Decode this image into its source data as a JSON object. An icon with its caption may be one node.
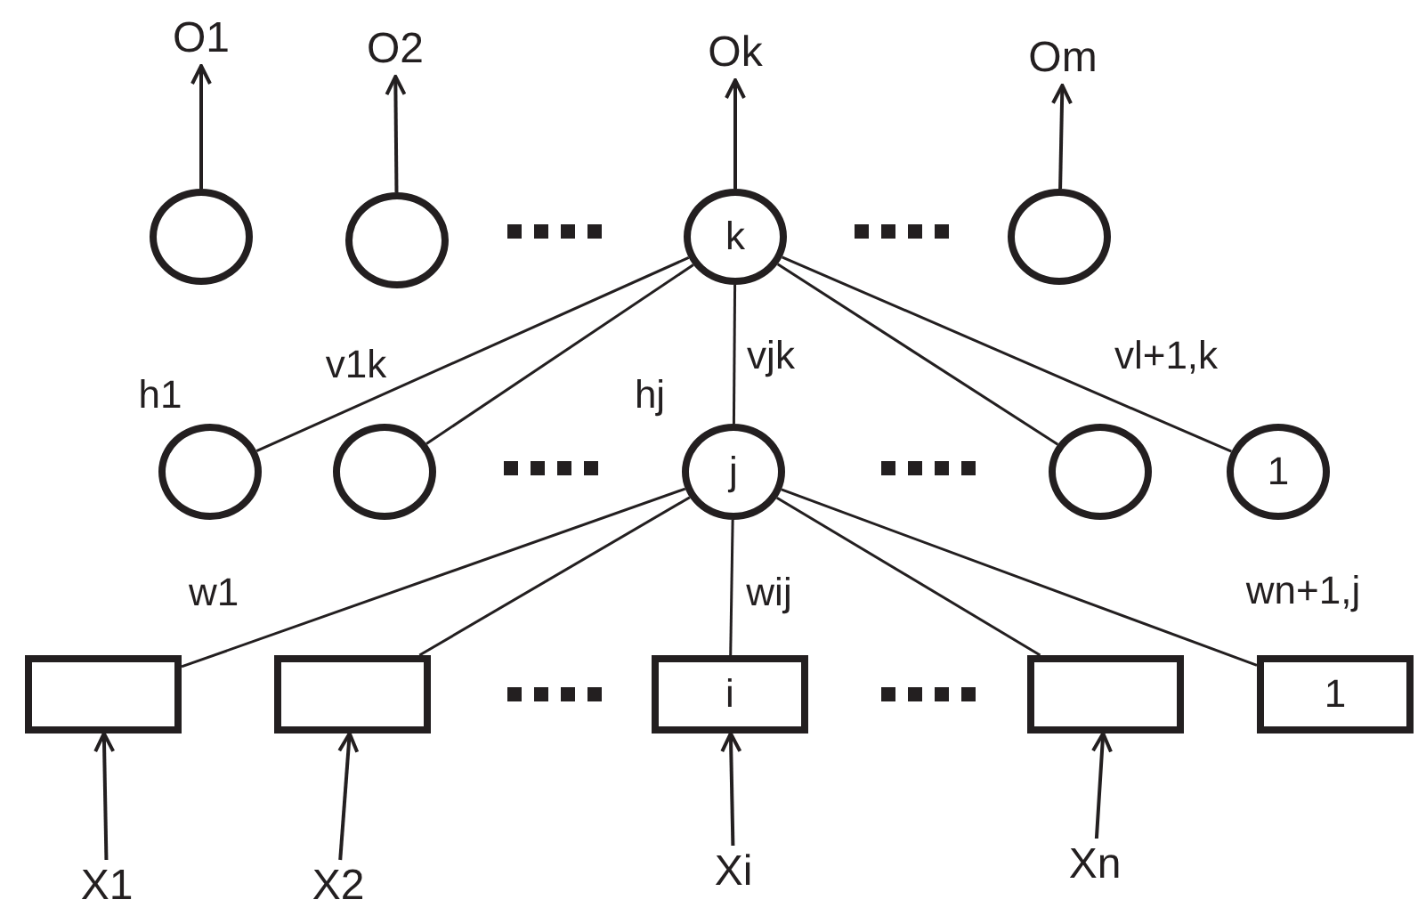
{
  "diagram": {
    "nodes": [
      {
        "text": [
          "O1"
        ]
      },
      {
        "text": [
          "O2"
        ]
      },
      {
        "text": [
          "Ok"
        ]
      },
      {
        "text": [
          "Om"
        ]
      },
      {
        "text": [],
        "shape": "circle"
      },
      {
        "text": [],
        "shape": "circle"
      },
      {
        "text": [
          "k"
        ]
      },
      {
        "text": [],
        "shape": "circle"
      },
      {
        "text": [],
        "shape": "circle",
        "beside": [
          "h1"
        ]
      },
      {
        "text": [],
        "shape": "circle"
      },
      {
        "text": [
          "j"
        ],
        "beside": [
          "hj"
        ]
      },
      {
        "text": [],
        "shape": "circle"
      },
      {
        "text": [
          "1"
        ]
      },
      {
        "text": [],
        "shape": "box"
      },
      {
        "text": [],
        "shape": "box"
      },
      {
        "text": [
          "i"
        ]
      },
      {
        "text": [],
        "shape": "box"
      },
      {
        "text": [
          "1"
        ]
      },
      {
        "text": [
          "X1"
        ]
      },
      {
        "text": [
          "X2"
        ]
      },
      {
        "text": [
          "Xi"
        ]
      },
      {
        "text": [
          "Xn"
        ]
      }
    ],
    "edges": [
      {
        "from": 4,
        "to": 0,
        "arrow": "to"
      },
      {
        "from": 5,
        "to": 1,
        "arrow": "to"
      },
      {
        "from": 6,
        "to": 2,
        "arrow": "to"
      },
      {
        "from": 7,
        "to": 3,
        "arrow": "to"
      },
      {
        "from": 6,
        "to": 8,
        "arrow": "none",
        "label": "v1k"
      },
      {
        "from": 6,
        "to": 9,
        "arrow": "none"
      },
      {
        "from": 6,
        "to": 10,
        "arrow": "none",
        "label": "vjk"
      },
      {
        "from": 6,
        "to": 11,
        "arrow": "none"
      },
      {
        "from": 6,
        "to": 12,
        "arrow": "none",
        "label": "vl+1,k"
      },
      {
        "from": 10,
        "to": 13,
        "arrow": "none",
        "label": "w1"
      },
      {
        "from": 10,
        "to": 14,
        "arrow": "none"
      },
      {
        "from": 10,
        "to": 15,
        "arrow": "none",
        "label": "wij"
      },
      {
        "from": 10,
        "to": 16,
        "arrow": "none"
      },
      {
        "from": 10,
        "to": 17,
        "arrow": "none",
        "label": "wn+1,j"
      },
      {
        "from": 18,
        "to": 13,
        "arrow": "to"
      },
      {
        "from": 19,
        "to": 14,
        "arrow": "to"
      },
      {
        "from": 20,
        "to": 15,
        "arrow": "to"
      },
      {
        "from": 21,
        "to": 16,
        "arrow": "to"
      }
    ]
  }
}
